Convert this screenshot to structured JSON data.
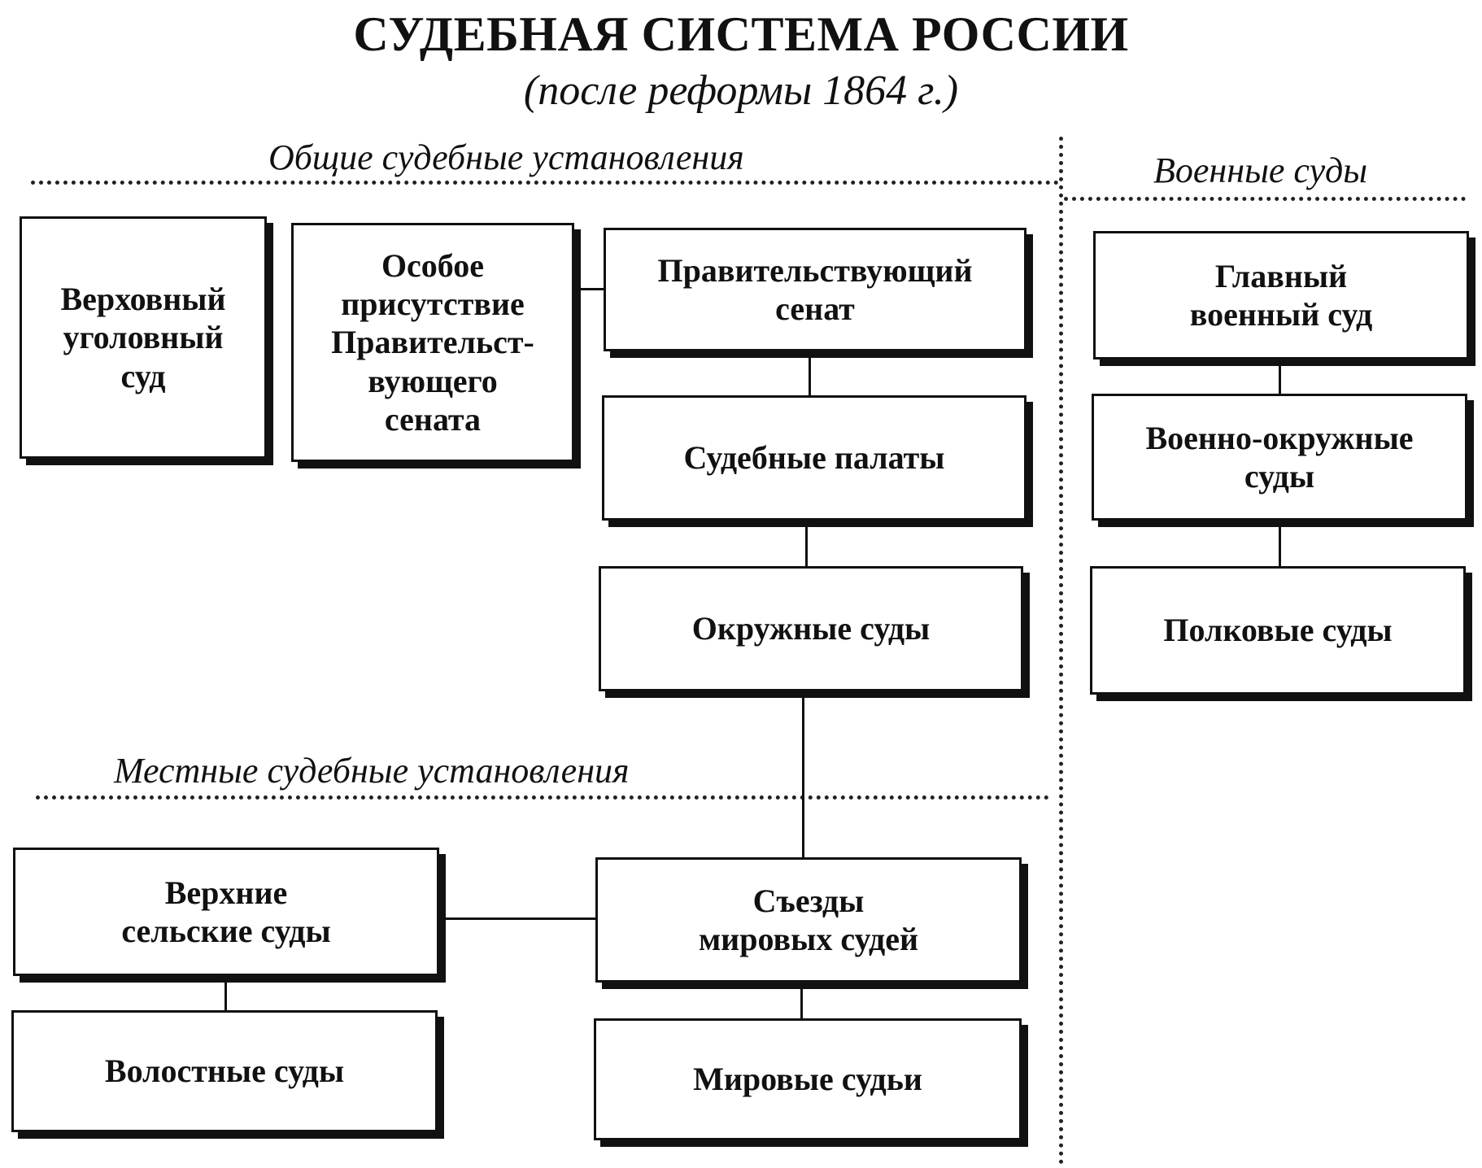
{
  "title": "СУДЕБНАЯ СИСТЕМА РОССИИ",
  "subtitle": "(после реформы 1864 г.)",
  "sections": {
    "general": "Общие судебные установления",
    "military": "Военные суды",
    "local": "Местные судебные установления"
  },
  "boxes": {
    "supreme_criminal_court": "Верховный\nуголовный\nсуд",
    "special_presence": "Особое\nприсутствие\nПравительст-\nвующего\nсената",
    "senate": "Правительствующий\nсенат",
    "judicial_chambers": "Судебные палаты",
    "district_courts": "Окружные суды",
    "main_military_court": "Главный\nвоенный суд",
    "military_district_courts": "Военно-окружные\nсуды",
    "regimental_courts": "Полковые суды",
    "upper_rural_courts": "Верхние\nсельские суды",
    "volost_courts": "Волостные суды",
    "congress_of_justices": "Съезды\nмировых судей",
    "justices_of_peace": "Мировые судьи"
  }
}
